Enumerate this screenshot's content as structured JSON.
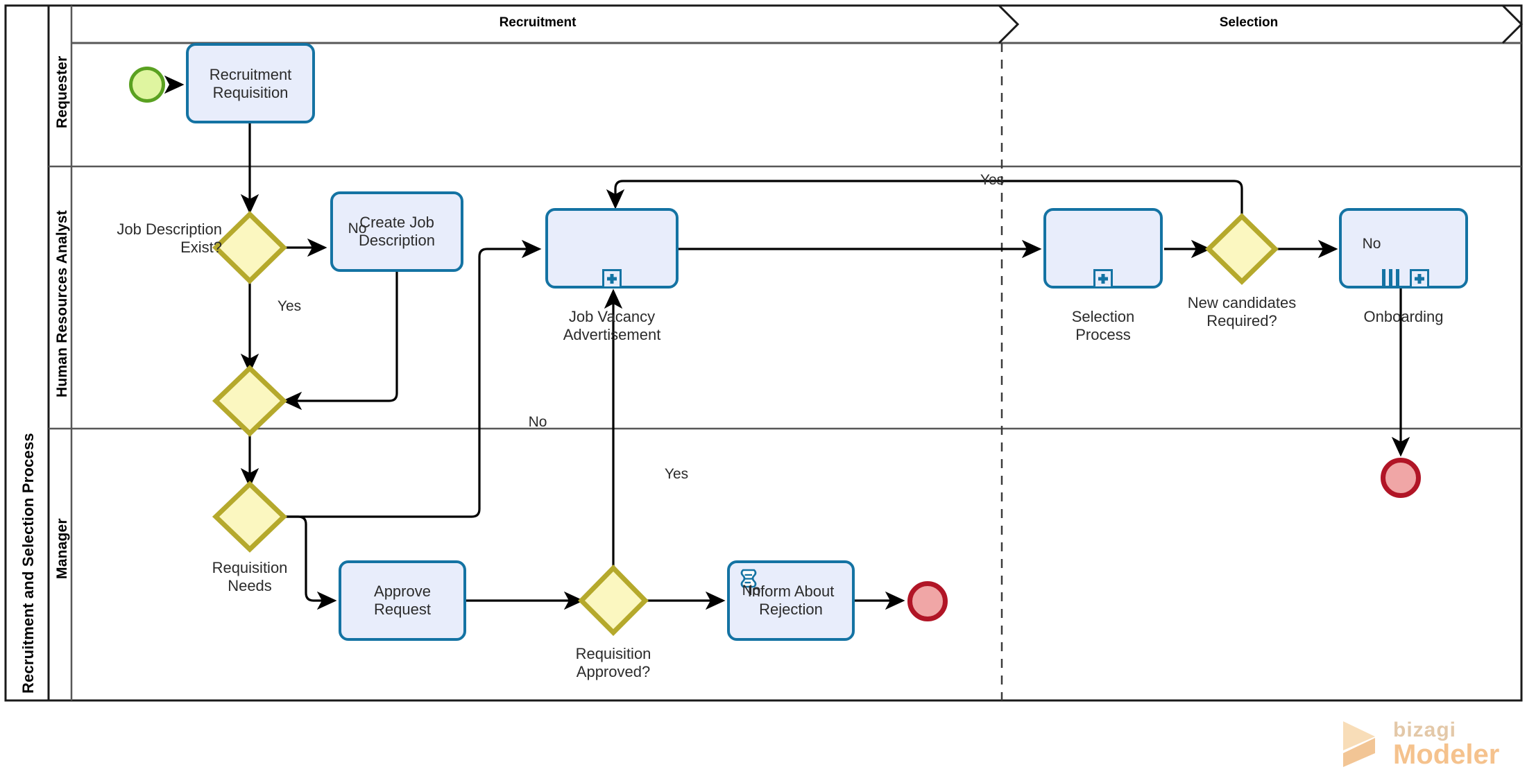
{
  "pool": {
    "title": "Recruitment and Selection Process"
  },
  "lanes": [
    {
      "name": "Requester"
    },
    {
      "name": "Human Resources Analyst"
    },
    {
      "name": "Manager"
    }
  ],
  "phases": [
    {
      "label": "Recruitment"
    },
    {
      "label": "Selection"
    }
  ],
  "events": [
    {
      "name": "start-event",
      "label": ""
    },
    {
      "name": "end-event-onboarding",
      "label": ""
    },
    {
      "name": "end-event-rejection",
      "label": ""
    }
  ],
  "tasks": [
    {
      "id": "recruitment-requisition",
      "label": "Recruitment\nRequisition",
      "lane": "Requester"
    },
    {
      "id": "create-job-description",
      "label": "Create Job\nDescription",
      "lane": "Human Resources Analyst"
    },
    {
      "id": "job-vacancy-advertisement",
      "label": "Job Vacancy\nAdvertisement",
      "lane": "Human Resources Analyst",
      "markers": [
        "sub-process"
      ]
    },
    {
      "id": "selection-process",
      "label": "Selection\nProcess",
      "lane": "Human Resources Analyst",
      "markers": [
        "sub-process"
      ]
    },
    {
      "id": "onboarding",
      "label": "Onboarding",
      "lane": "Human Resources Analyst",
      "markers": [
        "parallel-multi-instance",
        "sub-process"
      ]
    },
    {
      "id": "approve-request",
      "label": "Approve\nRequest",
      "lane": "Manager"
    },
    {
      "id": "inform-about-rejection",
      "label": "Inform About\nRejection",
      "lane": "Manager",
      "markers": [
        "script"
      ]
    }
  ],
  "gateways": [
    {
      "id": "job-description-exist",
      "label": "Job Description\nExist?"
    },
    {
      "id": "merge-gateway",
      "label": ""
    },
    {
      "id": "requisition-needs",
      "label": "Requisition\nNeeds"
    },
    {
      "id": "requisition-approved",
      "label": "Requisition\nApproved?"
    },
    {
      "id": "new-candidates-required",
      "label": "New candidates\nRequired?"
    }
  ],
  "flow_labels": {
    "jd_no": "No",
    "jd_yes": "Yes",
    "needs_no": "No",
    "approved_yes": "Yes",
    "approved_no": "No",
    "candidates_yes": "Yes",
    "candidates_no": "No"
  },
  "watermark": {
    "brand": "bizagi",
    "product": "Modeler"
  },
  "colors": {
    "task_fill": "#e8edfb",
    "task_stroke": "#1473a3",
    "gateway_fill": "#fbf7c0",
    "gateway_stroke": "#b5a92c",
    "start_fill": "#dff5a0",
    "start_stroke": "#5aa121",
    "end_fill": "#f0a6a6",
    "end_stroke": "#b11526",
    "lane_stroke": "#575757",
    "flow_stroke": "#000000"
  }
}
